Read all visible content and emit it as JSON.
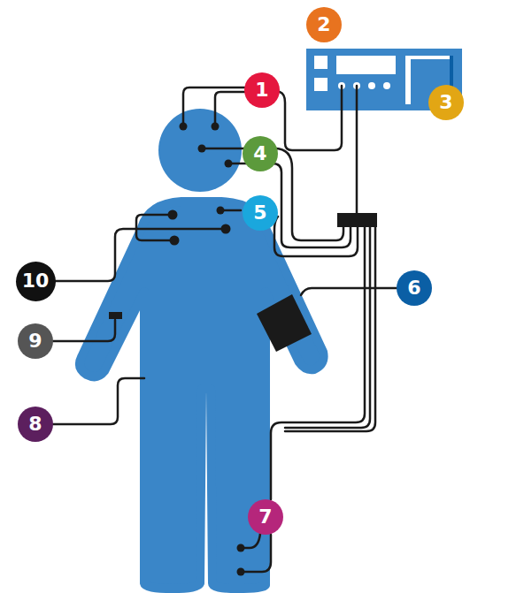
{
  "diagram": {
    "nodes": [
      {
        "text": [
          "2"
        ]
      },
      {
        "text": [
          "1"
        ]
      },
      {
        "text": [
          "3"
        ]
      },
      {
        "text": [
          "4"
        ]
      },
      {
        "text": [
          "5"
        ]
      },
      {
        "text": [
          "10"
        ]
      },
      {
        "text": [
          "6"
        ]
      },
      {
        "text": [
          "9"
        ]
      },
      {
        "text": [
          "8"
        ]
      },
      {
        "text": [
          "7"
        ]
      }
    ]
  }
}
